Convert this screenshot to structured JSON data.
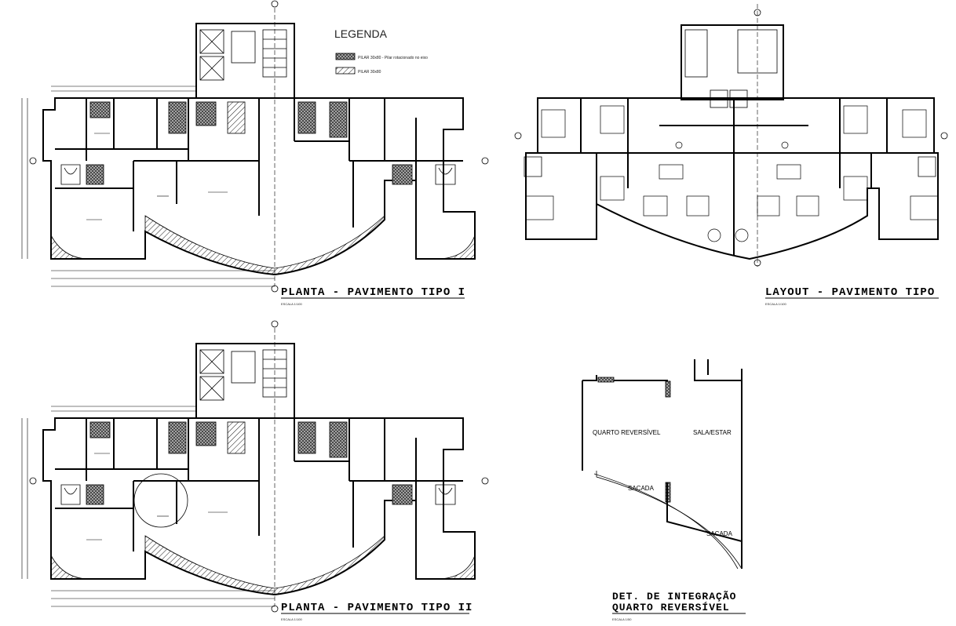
{
  "legend": {
    "title": "LEGENDA",
    "items": [
      {
        "text": "PILAR 30x80 - Pilar rotacionado no eixo"
      },
      {
        "text": "PILAR 30x80"
      }
    ]
  },
  "drawings": {
    "plan1": {
      "title": "PLANTA - PAVIMENTO TIPO I",
      "scale": "ESCALA 1/100"
    },
    "layout": {
      "title": "LAYOUT - PAVIMENTO TIPO",
      "scale": "ESCALA 1/100"
    },
    "plan2": {
      "title": "PLANTA - PAVIMENTO TIPO II",
      "scale": "ESCALA 1/100"
    },
    "detail": {
      "title_line1": "DET. DE INTEGRAÇÃO",
      "title_line2": "QUARTO REVERSÍVEL",
      "scale": "ESCALA 1/50",
      "rooms": [
        "QUARTO REVERSÍVEL",
        "SALA/ESTAR",
        "SACADA",
        "SACADA"
      ]
    }
  }
}
